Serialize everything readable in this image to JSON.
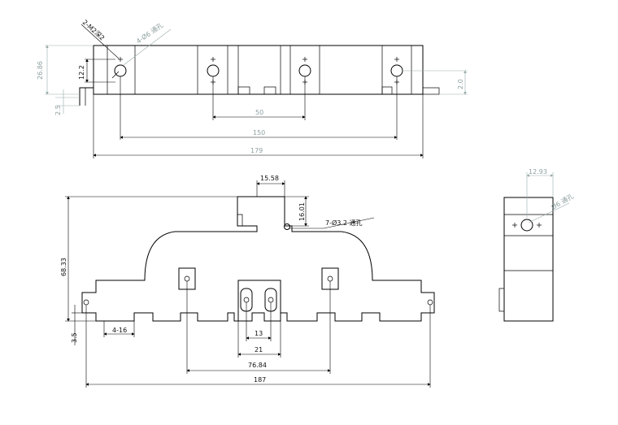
{
  "top_view": {
    "labels": {
      "thread": "2-M2深2",
      "holes": "4-Ø6 通孔",
      "height_left": "26.86",
      "hole_h": "12.2",
      "step": "2.5",
      "right_h": "2.0",
      "pitch": "50",
      "span": "150",
      "overall": "179"
    }
  },
  "front_view": {
    "labels": {
      "top_w": "15.58",
      "top_h": "16.01",
      "holes": "7-Ø3.2 通孔",
      "height": "68.33",
      "foot": "3.5",
      "tab": "4-16",
      "slot_inner": "13",
      "slot_outer": "21",
      "pad_span": "76.84",
      "overall": "187"
    }
  },
  "side_view": {
    "labels": {
      "width": "12.93",
      "hole": "Ø6 通孔"
    }
  }
}
